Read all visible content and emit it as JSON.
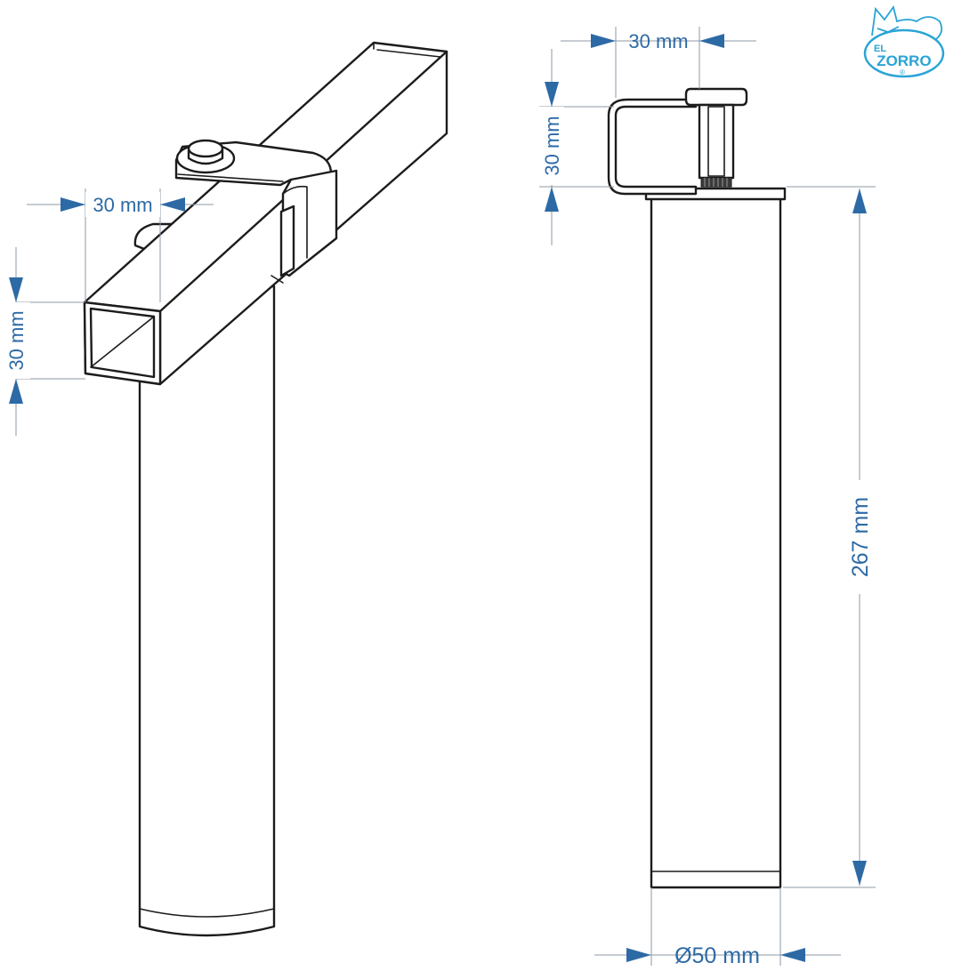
{
  "dimensions": {
    "left_width": "30 mm",
    "left_height": "30 mm",
    "right_width": "30 mm",
    "right_height": "30 mm",
    "length": "267 mm",
    "diameter": "Ø50 mm"
  },
  "logo": {
    "line1": "EL",
    "line2": "ZORRO",
    "mark": "®"
  },
  "colors": {
    "dimension": "#2d6aa5",
    "logo": "#2aa4d6",
    "outline": "#1c1c1c"
  }
}
